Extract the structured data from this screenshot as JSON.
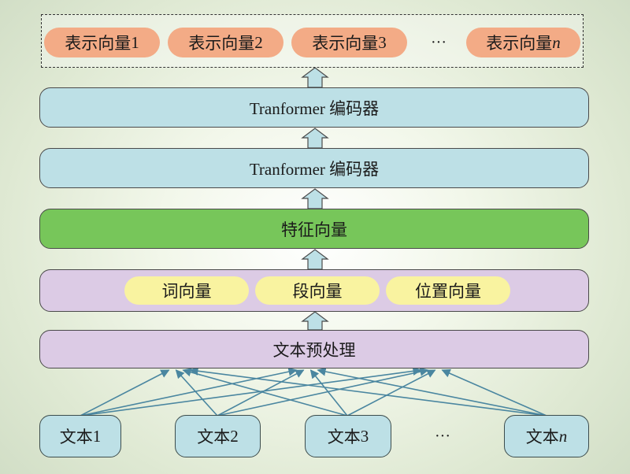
{
  "colors": {
    "representation_pill": "#f3ab86",
    "encoder_layer": "#bde0e6",
    "feature_layer": "#77c65a",
    "embedding_layer": "#dccbe5",
    "embedding_pill": "#f9f3a0",
    "text_box": "#bde0e6",
    "arrow": "#4a86a0",
    "block_arrow": "#bde0e6"
  },
  "representations": {
    "items": [
      {
        "label": "表示向量 ",
        "index": "1"
      },
      {
        "label": "表示向量 ",
        "index": "2"
      },
      {
        "label": "表示向量 ",
        "index": "3"
      },
      {
        "label": "表示向量 ",
        "index": "n"
      }
    ],
    "ellipsis": "···"
  },
  "encoders": [
    {
      "label": "Tranformer 编码器"
    },
    {
      "label": "Tranformer 编码器"
    }
  ],
  "feature_layer": {
    "label": "特征向量"
  },
  "embedding_layer": {
    "items": [
      {
        "label": "词向量"
      },
      {
        "label": "段向量"
      },
      {
        "label": "位置向量"
      }
    ]
  },
  "preprocess": {
    "label": "文本预处理"
  },
  "texts": {
    "items": [
      {
        "label": "文本 ",
        "index": "1"
      },
      {
        "label": "文本 ",
        "index": "2"
      },
      {
        "label": "文本 ",
        "index": "3"
      },
      {
        "label": "文本 ",
        "index": "n"
      }
    ],
    "ellipsis": "···"
  }
}
